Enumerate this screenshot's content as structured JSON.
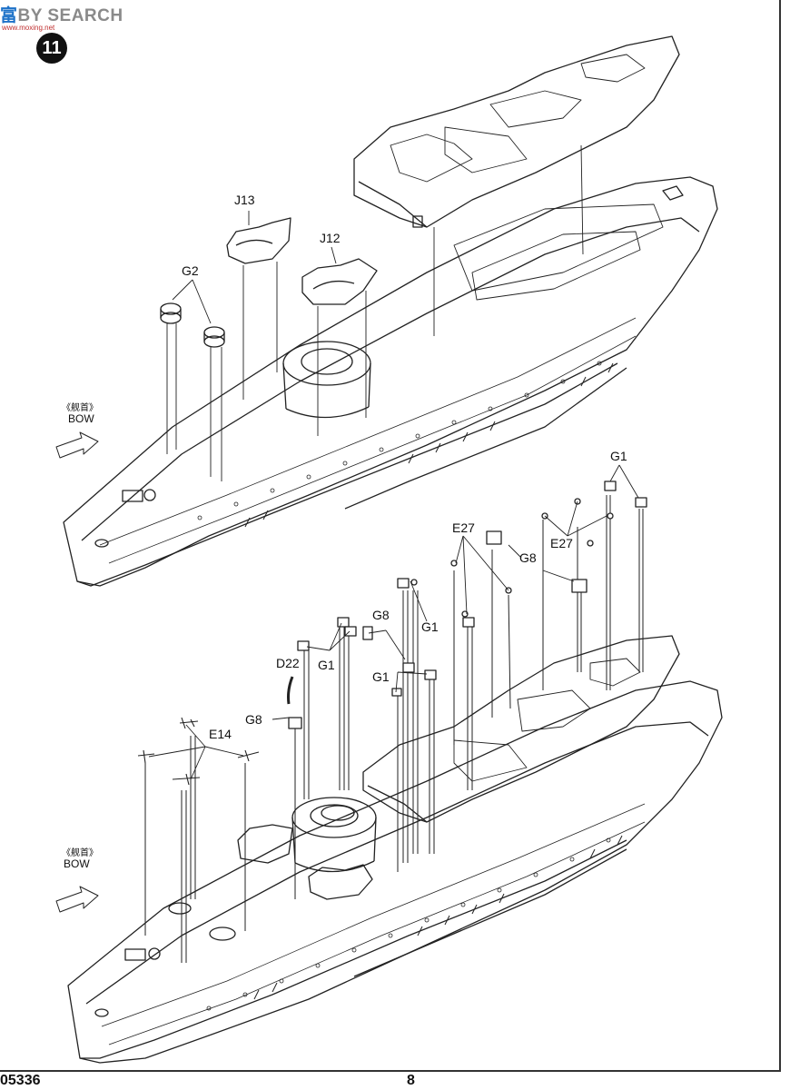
{
  "watermark": {
    "brand": "富",
    "rest": "BY SEARCH",
    "sub": "www.moxing.net"
  },
  "step_number": "11",
  "labels": {
    "j13": "J13",
    "j12": "J12",
    "g2": "G2",
    "bow_zh_top": "《舰首》",
    "bow_top": "BOW",
    "g1_a": "G1",
    "e27_a": "E27",
    "g8_a": "G8",
    "e27_b": "E27",
    "g8_b": "G8",
    "g1_b": "G1",
    "g1_c": "G1",
    "d22": "D22",
    "g1_d": "G1",
    "g8_c": "G8",
    "e14": "E14",
    "bow_zh_bottom": "《舰首》",
    "bow_bottom": "BOW"
  },
  "footer": {
    "code": "05336",
    "page": "8"
  }
}
